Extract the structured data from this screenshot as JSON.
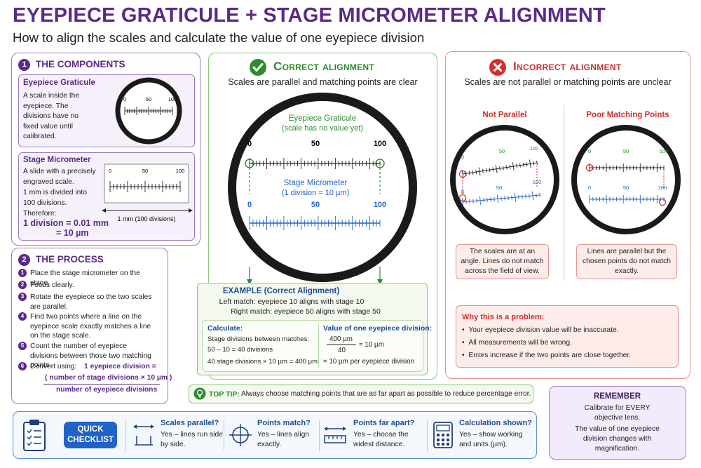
{
  "header": {
    "title": "EYEPIECE GRATICULE + STAGE MICROMETER ALIGNMENT",
    "subtitle": "How to align the scales and calculate the value of one eyepiece division"
  },
  "components": {
    "number": "1",
    "heading": "THE COMPONENTS",
    "graticule": {
      "title": "Eyepiece Graticule",
      "text": "A scale inside the eyepiece. The divisions have no fixed value until calibrated.",
      "ticks": [
        "0",
        "50",
        "100"
      ]
    },
    "micrometer": {
      "title": "Stage Micrometer",
      "text1": "A slide with a precisely engraved scale.",
      "text2": "1 mm is divided into 100 divisions.",
      "therefore": "Therefore:",
      "result_line1": "1 division = 0.01 mm",
      "result_line2": "= 10 µm",
      "ticks": [
        "0",
        "50",
        "100"
      ],
      "span_label": "1 mm (100 divisions)"
    }
  },
  "process": {
    "number": "2",
    "heading": "THE PROCESS",
    "steps": [
      {
        "n": "1",
        "text": "Place the stage micrometer on the stage."
      },
      {
        "n": "2",
        "text": "Focus clearly."
      },
      {
        "n": "3",
        "text": "Rotate the eyepiece so the two scales are parallel."
      },
      {
        "n": "4",
        "text": "Find two points where a line on the eyepiece scale exactly matches a line on the stage scale."
      },
      {
        "n": "5",
        "text": "Count the number of eyepiece divisions between those two matching points."
      },
      {
        "n": "6",
        "text": "Convert using:"
      }
    ],
    "formula_lhs": "1 eyepiece division =",
    "formula_num": "( number of stage divisions × 10 µm )",
    "formula_den": "number of eyepiece divisions"
  },
  "correct": {
    "title": "Correct alignment",
    "subtitle": "Scales are parallel and matching points are clear",
    "graticule_label_1": "Eyepiece Graticule",
    "graticule_label_2": "(scale has no value yet)",
    "micrometer_label_1": "Stage Micrometer",
    "micrometer_label_2": "(1 division = 10 µm)",
    "ticks": [
      "0",
      "50",
      "100"
    ],
    "example_title": "EXAMPLE (Correct Alignment)",
    "example_line1": "Left match: eyepiece 10 aligns with stage 10",
    "example_line2": "Right match: eyepiece 50 aligns with stage 50",
    "calc_title": "Calculate:",
    "calc_line1": "Stage divisions between matches:",
    "calc_line2": "50 – 10 = 40 divisions",
    "calc_line3": "40 stage divisions × 10 µm = 400 µm",
    "value_title": "Value of one eyepiece division:",
    "value_num": "400 µm",
    "value_den": "40",
    "value_eq": "= 10 µm",
    "value_result": "= 10 µm per eyepiece division"
  },
  "incorrect": {
    "title": "Incorrect alignment",
    "subtitle": "Scales are not parallel or matching points are unclear",
    "not_parallel": {
      "title": "Not Parallel",
      "ticks": [
        "0",
        "50",
        "100"
      ],
      "note": "The scales are at an angle. Lines do not match across the field of view."
    },
    "poor_points": {
      "title": "Poor Matching Points",
      "ticks": [
        "0",
        "50",
        "100"
      ],
      "note": "Lines are parallel but the chosen points do not match exactly."
    },
    "problem_title": "Why this is a problem:",
    "problems": [
      "Your eyepiece division value will be inaccurate.",
      "All measurements will be wrong.",
      "Errors increase if the two points are close together."
    ]
  },
  "tip": {
    "label": "TOP TIP:",
    "text": "Always choose matching points that are as far apart as possible to reduce percentage error."
  },
  "checklist": {
    "button_line1": "QUICK",
    "button_line2": "CHECKLIST",
    "items": [
      {
        "title": "Scales parallel?",
        "text": "Yes – lines run side by side."
      },
      {
        "title": "Points match?",
        "text": "Yes – lines align exactly."
      },
      {
        "title": "Points far apart?",
        "text": "Yes – choose the widest distance."
      },
      {
        "title": "Calculation shown?",
        "text": "Yes – show working and units (µm)."
      }
    ]
  },
  "remember": {
    "title": "REMEMBER",
    "line1": "Calibrate for EVERY objective lens.",
    "line2": "The value of one eyepiece division changes with magnification."
  },
  "colors": {
    "purple": "#5b2a8a",
    "green": "#2e8b2e",
    "red": "#d32f2f",
    "blue": "#1f63c7"
  }
}
